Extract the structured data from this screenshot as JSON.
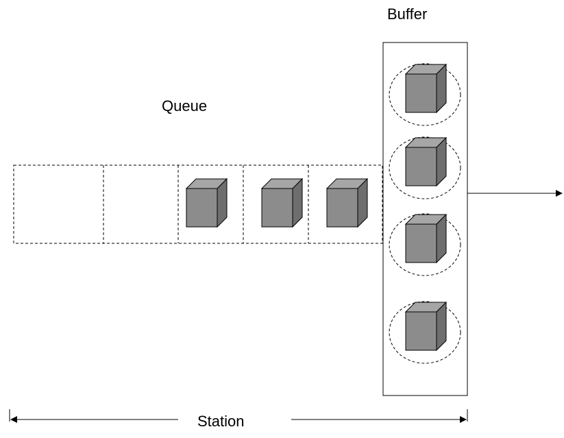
{
  "labels": {
    "buffer": "Buffer",
    "queue": "Queue",
    "station": "Station"
  },
  "queue": {
    "slots": [
      {
        "occupied": false
      },
      {
        "occupied": false
      },
      {
        "occupied": true
      },
      {
        "occupied": true
      },
      {
        "occupied": true
      }
    ]
  },
  "buffer": {
    "slots": [
      {
        "occupied": true
      },
      {
        "occupied": true
      },
      {
        "occupied": true
      },
      {
        "occupied": true
      }
    ]
  },
  "colors": {
    "cube_front": "#8c8c8c",
    "cube_top": "#a6a6a6",
    "cube_side": "#6e6e6e",
    "stroke": "#000000"
  }
}
